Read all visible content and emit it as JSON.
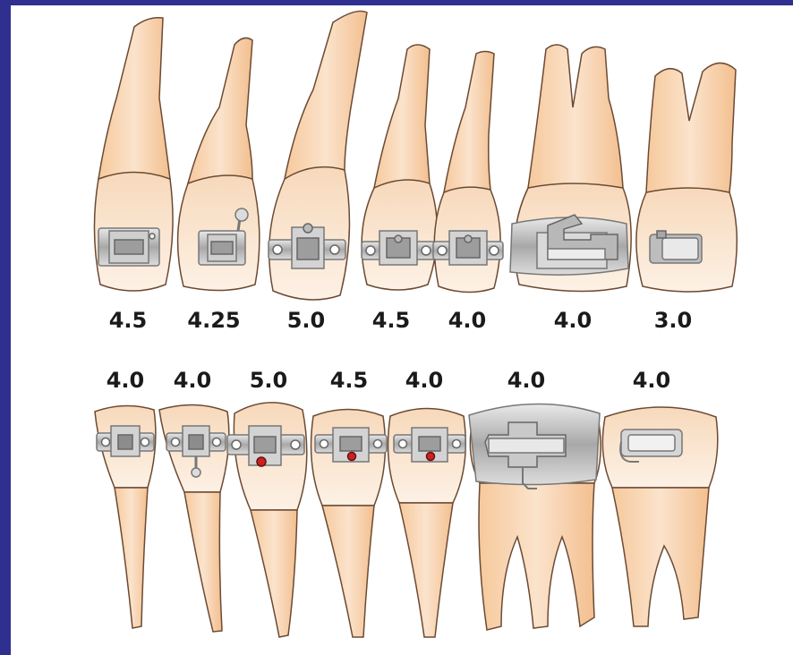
{
  "diagram": {
    "upper_labels": [
      "4.5",
      "4.25",
      "5.0",
      "4.5",
      "4.0",
      "4.0",
      "3.0"
    ],
    "lower_labels": [
      "4.0",
      "4.0",
      "5.0",
      "4.5",
      "4.0",
      "4.0",
      "4.0"
    ]
  },
  "colors": {
    "frame": "#2e2f8f",
    "tooth_crown": "#f8dcc0",
    "tooth_root": "#f6c99c",
    "outline": "#6b4a33",
    "bracket": "#9a9a9a",
    "bracket_light": "#d7d7d7",
    "band": "#c8c8c8",
    "red_marker": "#cc2222"
  }
}
